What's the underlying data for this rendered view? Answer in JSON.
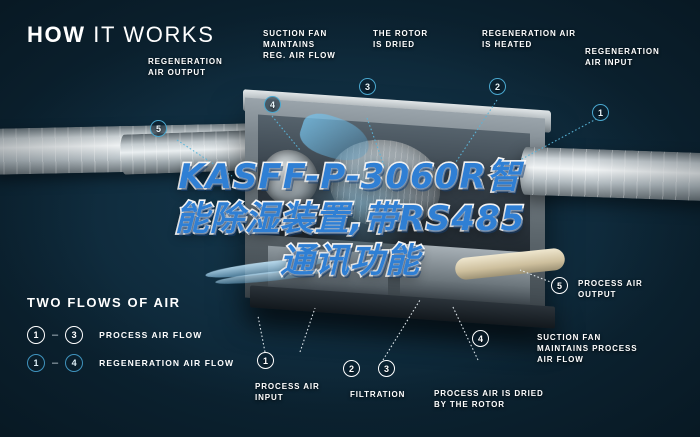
{
  "header": {
    "title_bold": "HOW",
    "title_light": "IT WORKS"
  },
  "overlay": {
    "line1": "KASFF-P-3060R智",
    "line2": "能除湿装置,带RS485",
    "line3": "通讯功能",
    "color": "#2f7fd4",
    "stroke_color": "#ffffff"
  },
  "callouts": [
    {
      "id": "regeneration-air-output",
      "number": "5",
      "label": "REGENERATION\nAIR OUTPUT",
      "style": "accent"
    },
    {
      "id": "suction-fan-reg",
      "number": "4",
      "label": "SUCTION FAN\nMAINTAINS\nREG. AIR FLOW",
      "style": "accent"
    },
    {
      "id": "rotor-is-dried",
      "number": "3",
      "label": "THE ROTOR\nIS DRIED",
      "style": "accent"
    },
    {
      "id": "regeneration-air-heated",
      "number": "2",
      "label": "REGENERATION AIR\nIS HEATED",
      "style": "accent"
    },
    {
      "id": "regeneration-air-input",
      "number": "1",
      "label": "REGENERATION\nAIR INPUT",
      "style": "accent"
    },
    {
      "id": "process-air-output",
      "number": "5",
      "label": "PROCESS AIR\nOUTPUT",
      "style": "plain"
    },
    {
      "id": "suction-fan-process",
      "number": "4",
      "label": "SUCTION FAN\nMAINTAINS PROCESS\nAIR FLOW",
      "style": "plain"
    },
    {
      "id": "process-air-dried",
      "number": "3",
      "label": "PROCESS AIR IS DRIED\nBY THE ROTOR",
      "style": "plain"
    },
    {
      "id": "filtration",
      "number": "2",
      "label": "FILTRATION",
      "style": "plain"
    },
    {
      "id": "process-air-input",
      "number": "1",
      "label": "PROCESS AIR\nINPUT",
      "style": "plain"
    }
  ],
  "legend": {
    "title": "TWO FLOWS OF AIR",
    "rows": [
      {
        "from": "1",
        "to": "3",
        "text": "PROCESS AIR FLOW",
        "style": "plain"
      },
      {
        "from": "1",
        "to": "4",
        "text": "REGENERATION AIR FLOW",
        "style": "accent"
      }
    ],
    "dash": "–"
  },
  "theme": {
    "background": "#0c2433",
    "accent": "#4aa8cf",
    "text": "#ffffff"
  }
}
